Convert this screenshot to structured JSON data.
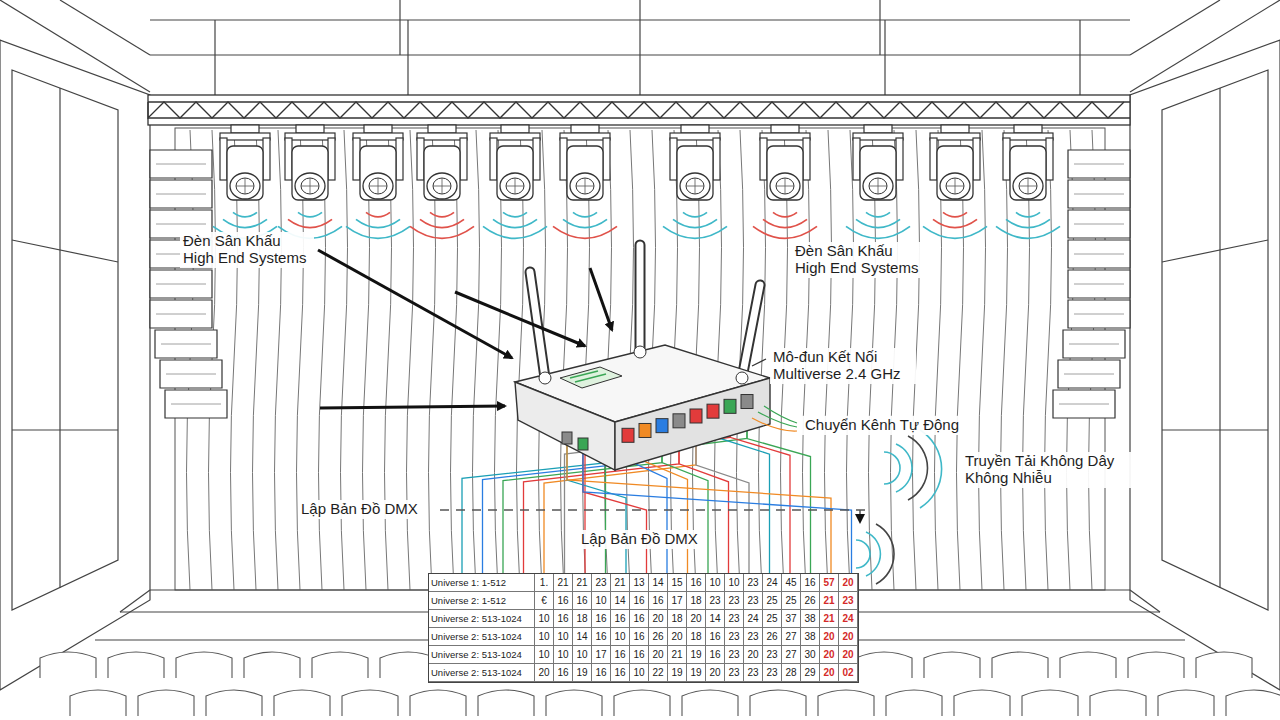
{
  "diagram": {
    "labels": [
      "Đèn Sân Khấu High End Systems",
      "Đèn Sân Khấu High End Systems",
      "Mô-đun Kết Nối Multiverse 2.4 GHz",
      "Chuyển Kênh Tự Động",
      "Truyền Tải Không Dây Không Nhiễu",
      "Lập Bản Đồ DMX",
      "Lập Bản Đồ DMX",
      "Universe 1: 1-512",
      "1.",
      "21",
      "21",
      "23",
      "21",
      "13",
      "14",
      "15",
      "16",
      "10",
      "10",
      "23",
      "24",
      "45",
      "16",
      "57",
      "20",
      "Universe 2: 1-512",
      "€",
      "16",
      "16",
      "10",
      "14",
      "16",
      "16",
      "17",
      "18",
      "23",
      "23",
      "23",
      "25",
      "25",
      "26",
      "21",
      "23",
      "Universe 2: 513-1024",
      "10",
      "16",
      "18",
      "16",
      "16",
      "16",
      "20",
      "18",
      "20",
      "14",
      "23",
      "24",
      "25",
      "37",
      "38",
      "21",
      "24",
      "Universe 2: 513-1024",
      "10",
      "10",
      "14",
      "16",
      "10",
      "16",
      "26",
      "20",
      "18",
      "16",
      "23",
      "23",
      "26",
      "27",
      "38",
      "20",
      "20",
      "Universe 2: 513-1024",
      "10",
      "10",
      "10",
      "17",
      "16",
      "16",
      "20",
      "21",
      "19",
      "16",
      "23",
      "20",
      "23",
      "27",
      "30",
      "20",
      "20",
      "Universe 2: 513-1024",
      "20",
      "16",
      "19",
      "16",
      "16",
      "10",
      "22",
      "19",
      "19",
      "20",
      "23",
      "23",
      "23",
      "28",
      "29",
      "20",
      "02"
    ]
  }
}
